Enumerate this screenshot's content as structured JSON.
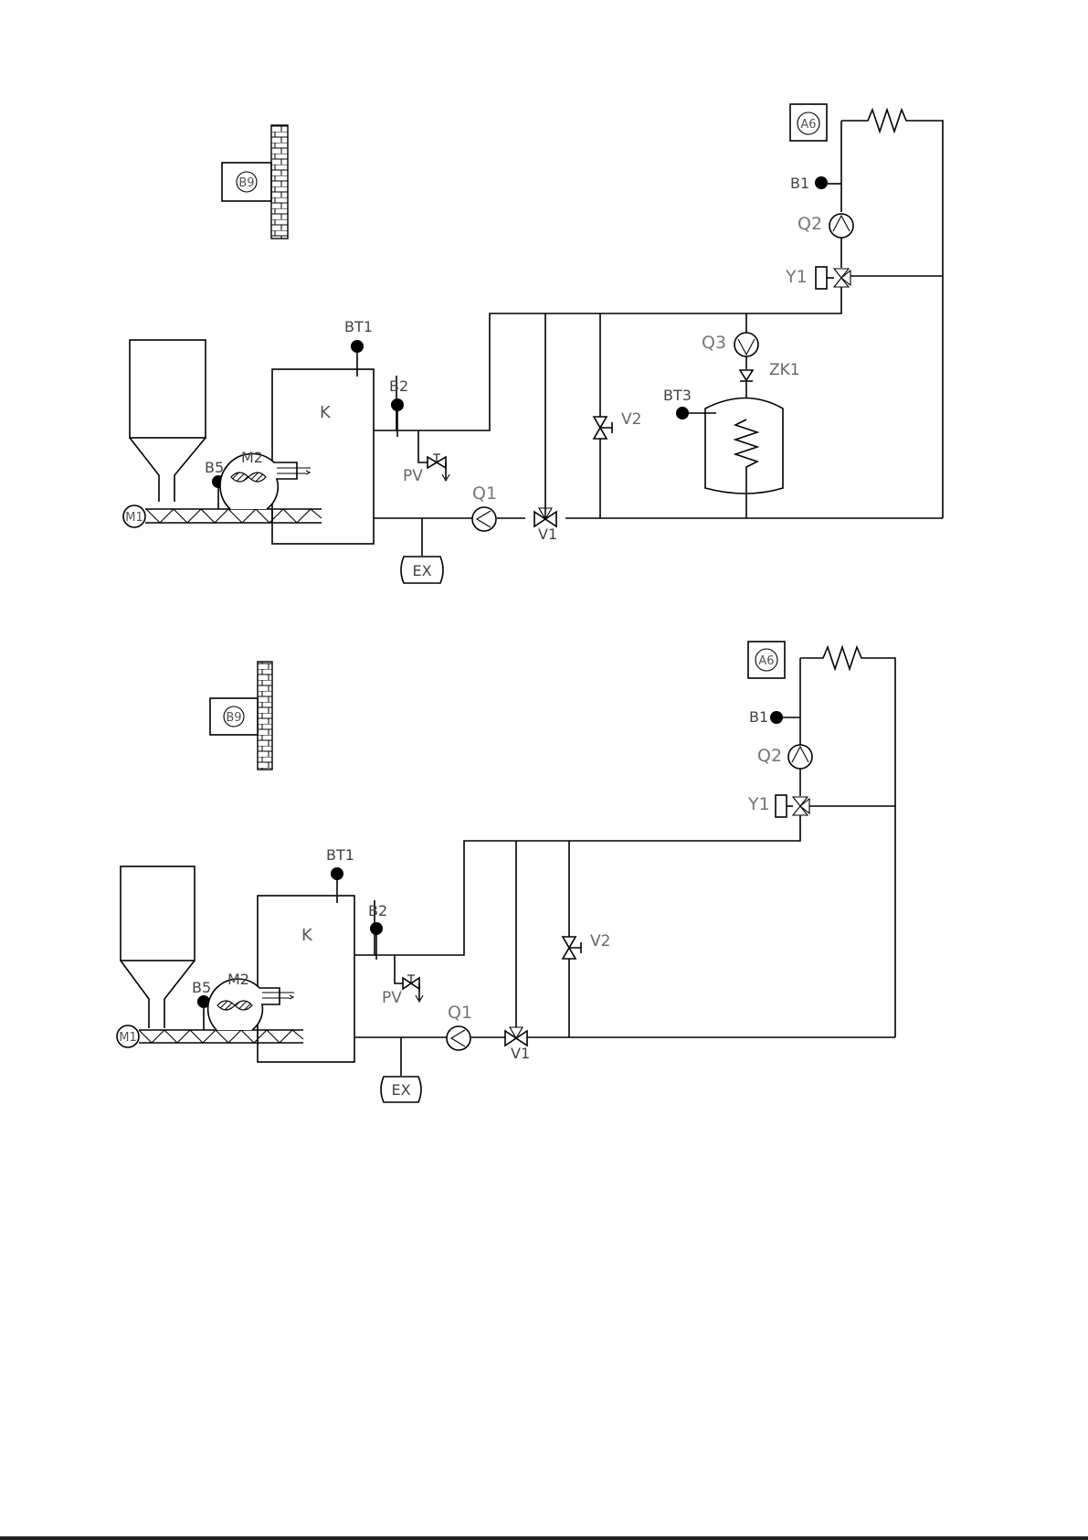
{
  "diagrams": [
    {
      "labels": {
        "a6": "A6",
        "b9": "B9",
        "b1": "B1",
        "q2": "Q2",
        "y1": "Y1",
        "q3": "Q3",
        "zk1": "ZK1",
        "bt3": "BT3",
        "bt1": "BT1",
        "b2": "B2",
        "k": "K",
        "m2": "M2",
        "b5": "B5",
        "m1": "M1",
        "pv": "PV",
        "q1": "Q1",
        "v1": "V1",
        "v2": "V2",
        "ex": "EX"
      }
    },
    {
      "labels": {
        "a6": "A6",
        "b9": "B9",
        "b1": "B1",
        "q2": "Q2",
        "y1": "Y1",
        "bt1": "BT1",
        "b2": "B2",
        "k": "K",
        "m2": "M2",
        "b5": "B5",
        "m1": "M1",
        "pv": "PV",
        "q1": "Q1",
        "v1": "V1",
        "v2": "V2",
        "ex": "EX"
      }
    }
  ]
}
